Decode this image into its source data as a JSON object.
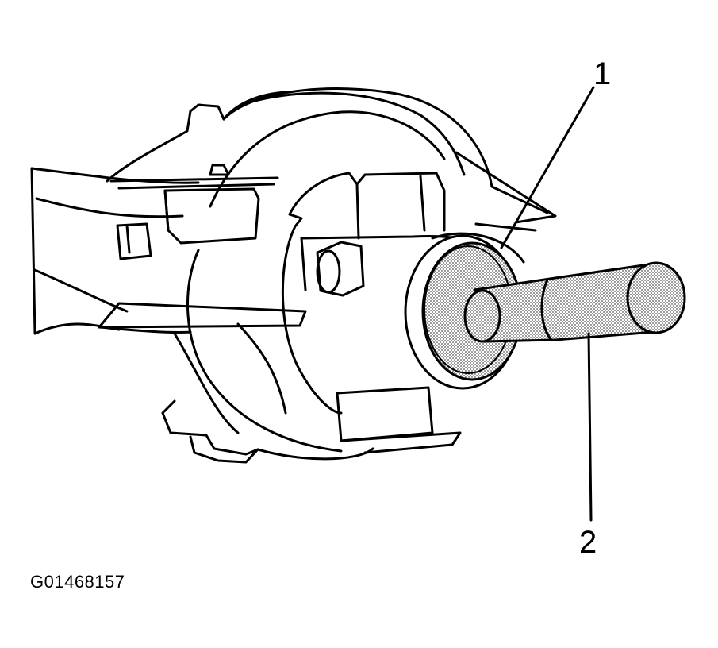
{
  "callouts": [
    {
      "label": "1"
    },
    {
      "label": "2"
    }
  ],
  "figure_id": "G01468157",
  "colors": {
    "line": "#000000",
    "background": "#ffffff",
    "shade": "#9a9a9a"
  }
}
